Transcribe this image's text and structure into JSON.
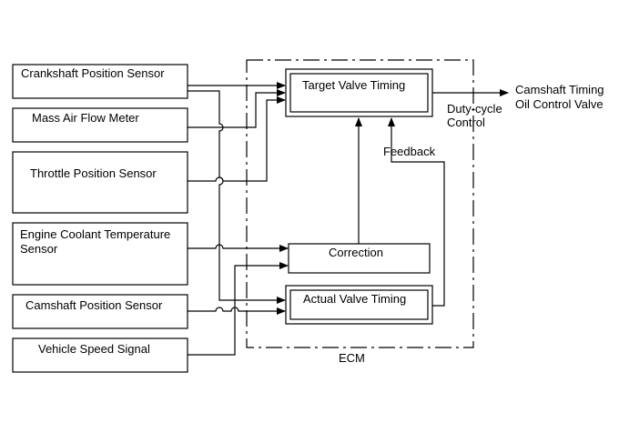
{
  "sensors": {
    "crankshaft": "Crankshaft Position Sensor",
    "maf": "Mass Air Flow Meter",
    "throttle": "Throttle Position Sensor",
    "coolant_line1": "Engine Coolant Temperature",
    "coolant_line2": "Sensor",
    "camshaft": "Camshaft Position Sensor",
    "vehicle_speed": "Vehicle Speed Signal"
  },
  "ecm": {
    "label": "ECM",
    "target": "Target Valve Timing",
    "correction": "Correction",
    "actual": "Actual Valve Timing"
  },
  "annotations": {
    "duty_line1": "Duty-cycle",
    "duty_line2": "Control",
    "feedback": "Feedback"
  },
  "output": {
    "line1": "Camshaft Timing",
    "line2": "Oil Control Valve"
  }
}
